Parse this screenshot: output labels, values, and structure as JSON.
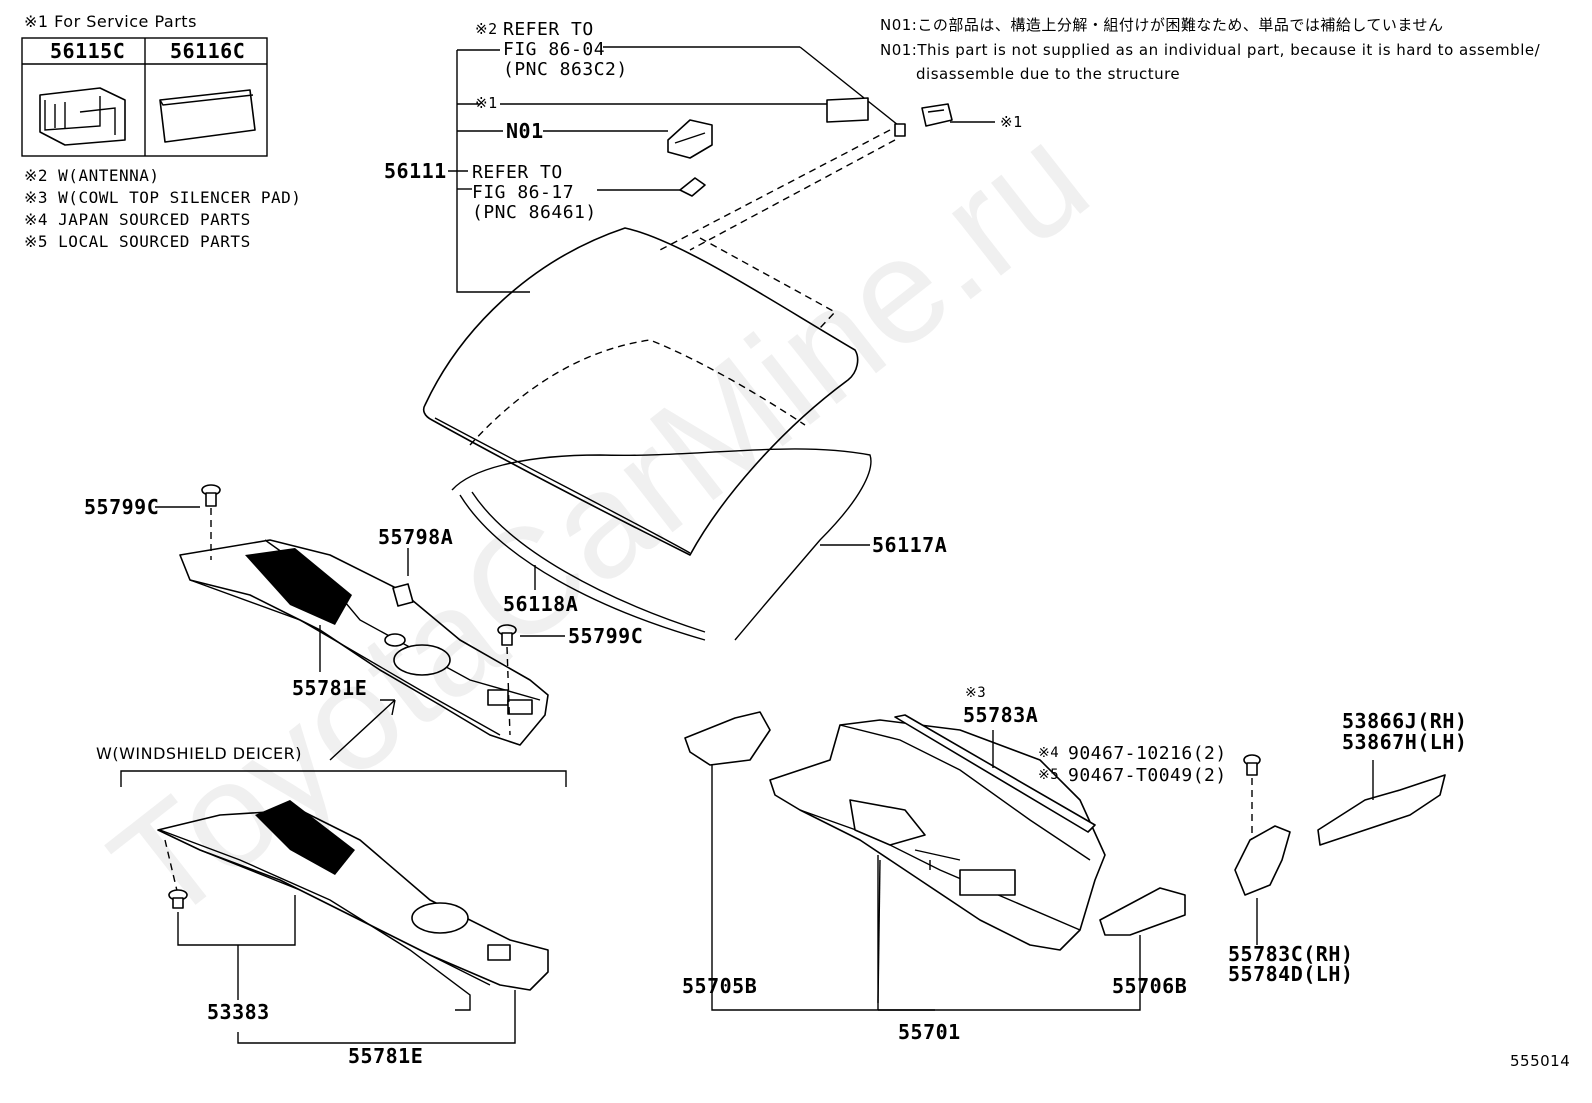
{
  "service_parts": {
    "title": "※1 For Service Parts",
    "cols": [
      "56115C",
      "56116C"
    ]
  },
  "legend": [
    "※2 W(ANTENNA)",
    "※3 W(COWL TOP SILENCER PAD)",
    "※4 JAPAN SOURCED PARTS",
    "※5 LOCAL SOURCED PARTS"
  ],
  "notes": {
    "jp": "N01:この部品は、構造上分解・組付けが困難なため、単品では補給していません",
    "en1": "N01:This part is not supplied as an individual part, because it is hard to assemble/",
    "en2": "disassemble due to the structure"
  },
  "callouts": {
    "refer_86_04_mark": "※2",
    "refer_86_04_l1": "REFER TO",
    "refer_86_04_l2": "FIG 86-04",
    "refer_86_04_l3": "(PNC 863C2)",
    "mark1_a": "※1",
    "n01": "N01",
    "p56111": "56111",
    "refer_86_17_l1": "REFER TO",
    "refer_86_17_l2": "FIG 86-17",
    "refer_86_17_l3": "(PNC 86461)",
    "mark1_b": "※1",
    "p55799c_a": "55799C",
    "p55798a": "55798A",
    "p56117a": "56117A",
    "p56118a": "56118A",
    "p55799c_b": "55799C",
    "p55781e_a": "55781E",
    "deicer": "W(WINDSHIELD DEICER)",
    "mark3": "※3",
    "p55783a": "55783A",
    "p90467_a_mark": "※4",
    "p90467_a": "90467-10216(2)",
    "p90467_b_mark": "※5",
    "p90467_b": "90467-T0049(2)",
    "p53866j": "53866J(RH)",
    "p53867h": "53867H(LH)",
    "p55705b": "55705B",
    "p55706b": "55706B",
    "p55783c": "55783C(RH)",
    "p55784d": "55784D(LH)",
    "p53383": "53383",
    "p55781e_b": "55781E",
    "p55701": "55701",
    "fig_no": "555014"
  },
  "watermark": "ToyotaCarMine.ru"
}
